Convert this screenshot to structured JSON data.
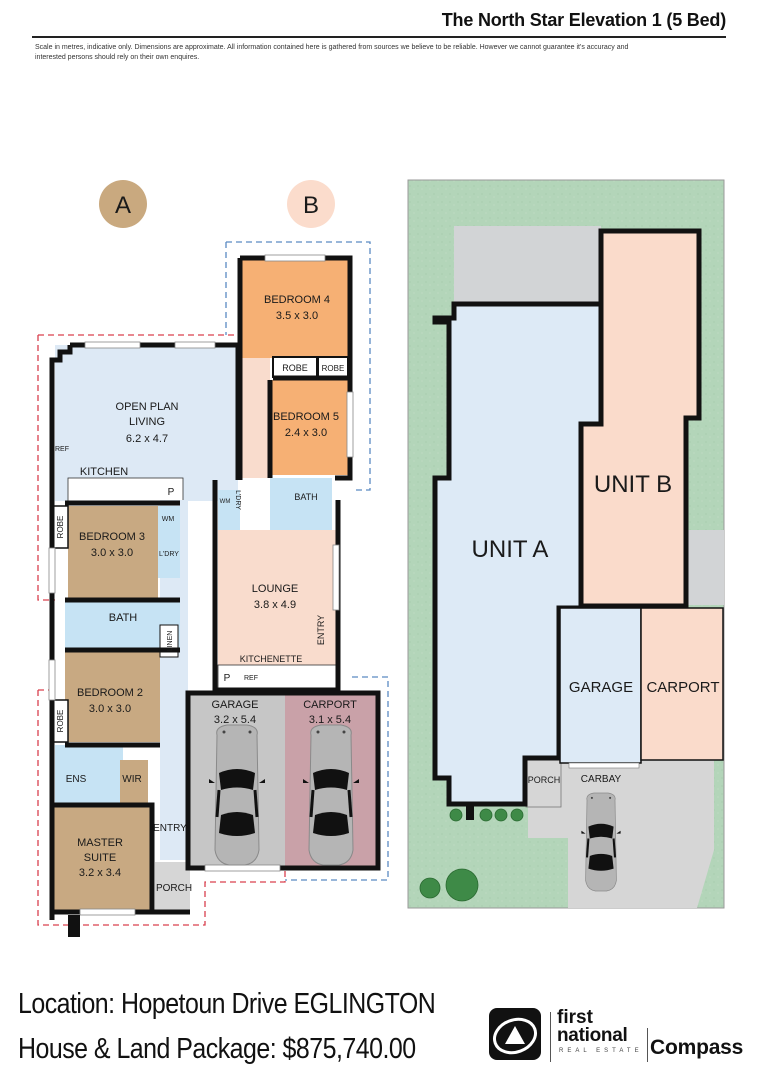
{
  "header": {
    "title": "The North Star Elevation 1 (5 Bed)",
    "disclaimer": "Scale in metres, indicative only. Dimensions are approximate. All information contained here is gathered from sources we believe to be reliable. However we cannot guarantee it's accuracy and interested persons should rely on their own enquires."
  },
  "colors": {
    "unit_a_living": "#dde9f5",
    "bedroom_a": "#c8a982",
    "wet_area": "#c6e3f4",
    "bedroom_b": "#f6b074",
    "lounge_b": "#f9dccd",
    "garage": "#c6c6c6",
    "carport": "#c9a1a8",
    "porch": "#d6d6d6",
    "grass": "#b3d5b9",
    "site_unit_a": "#ddeaf6",
    "site_unit_b": "#fadbcb",
    "boundary_a": "#d9404e",
    "boundary_b": "#5a8ac2",
    "badge_a": "#c9a97f",
    "badge_b": "#fbdccc"
  },
  "floorplan": {
    "badges": [
      {
        "label": "A"
      },
      {
        "label": "B"
      }
    ],
    "unit_a": {
      "rooms": [
        {
          "name": "OPEN PLAN",
          "line2": "LIVING",
          "dims": "6.2 x 4.7"
        },
        {
          "name": "KITCHEN"
        },
        {
          "name": "BEDROOM 3",
          "dims": "3.0 x 3.0"
        },
        {
          "name": "BATH"
        },
        {
          "name": "BEDROOM 2",
          "dims": "3.0 x 3.0"
        },
        {
          "name": "ENS"
        },
        {
          "name": "WIR"
        },
        {
          "name": "MASTER",
          "line2": "SUITE",
          "dims": "3.2 x 3.4"
        },
        {
          "name": "ENTRY"
        },
        {
          "name": "PORCH"
        },
        {
          "name": "GARAGE",
          "dims": "3.2 x 5.4"
        }
      ],
      "fixtures": [
        "REF",
        "P",
        "ROBE",
        "WM",
        "L'DRY",
        "LINEN",
        "ROBE"
      ]
    },
    "unit_b": {
      "rooms": [
        {
          "name": "BEDROOM 4",
          "dims": "3.5 x 3.0"
        },
        {
          "name": "BEDROOM 5",
          "dims": "2.4 x 3.0"
        },
        {
          "name": "BATH"
        },
        {
          "name": "LOUNGE",
          "dims": "3.8 x 4.9"
        },
        {
          "name": "KITCHENETTE"
        },
        {
          "name": "ENTRY"
        },
        {
          "name": "CARPORT",
          "dims": "3.1 x 5.4"
        }
      ],
      "fixtures": [
        "ROBE",
        "ROBE",
        "WM",
        "L'DRY",
        "P",
        "REF"
      ]
    }
  },
  "site_plan": {
    "unit_a": "UNIT A",
    "unit_b": "UNIT B",
    "garage": "GARAGE",
    "carport": "CARPORT",
    "porch": "PORCH",
    "carbay": "CARBAY"
  },
  "footer": {
    "location": "Location:  Hopetoun Drive EGLINGTON",
    "package": "House & Land Package:  $875,740.00"
  },
  "logo": {
    "first": "first",
    "national": "national",
    "real_estate": "REAL ESTATE",
    "compass": "Compass"
  }
}
